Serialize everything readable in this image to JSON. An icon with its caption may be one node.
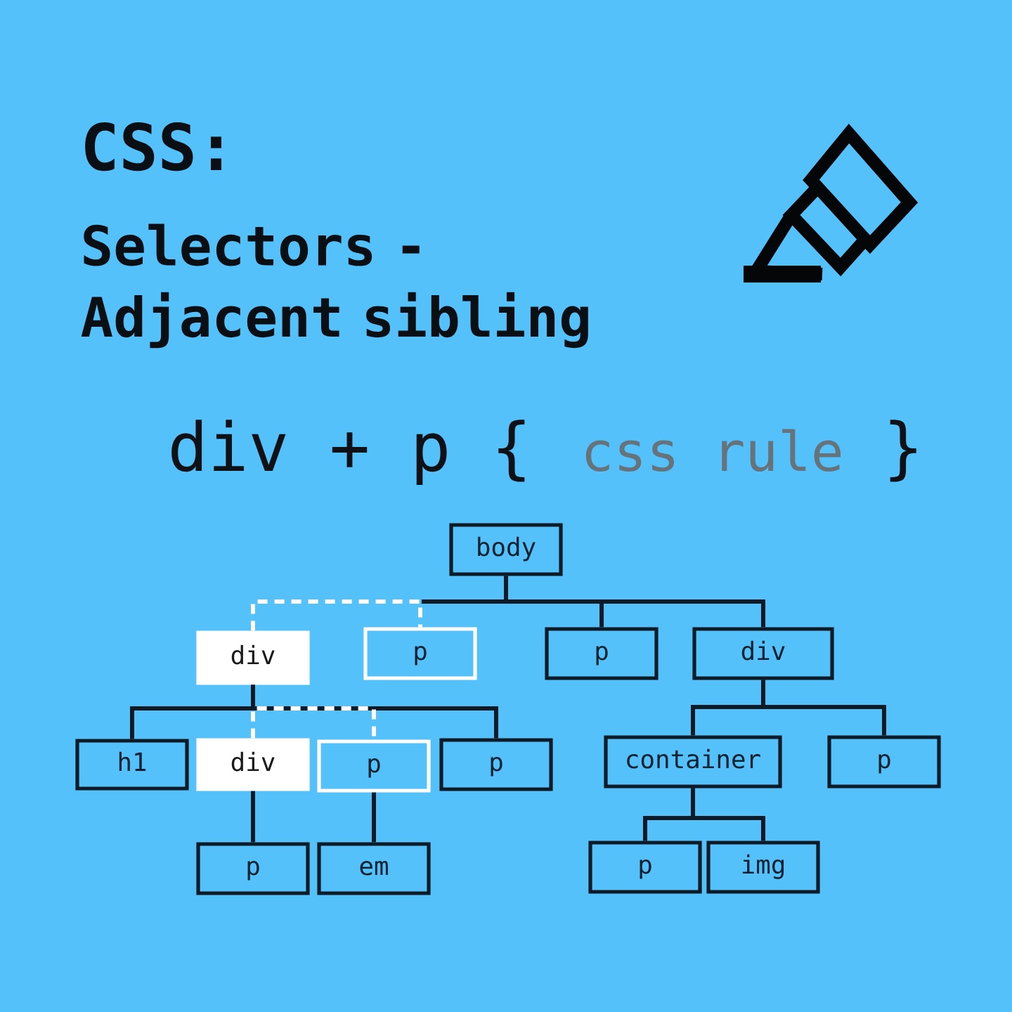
{
  "diagram": {
    "title": "CSS:",
    "nodes": [
      {
        "text": [
          "body"
        ]
      },
      {
        "text": [
          "div"
        ]
      },
      {
        "text": [
          "p"
        ]
      },
      {
        "text": [
          "p"
        ]
      },
      {
        "text": [
          "div"
        ]
      },
      {
        "text": [
          "h1"
        ]
      },
      {
        "text": [
          "div"
        ]
      },
      {
        "text": [
          "p"
        ]
      },
      {
        "text": [
          "p"
        ]
      },
      {
        "text": [
          "container"
        ]
      },
      {
        "text": [
          "p"
        ]
      },
      {
        "text": [
          "p"
        ]
      },
      {
        "text": [
          "em"
        ]
      },
      {
        "text": [
          "p"
        ]
      },
      {
        "text": [
          "img"
        ]
      }
    ],
    "edges": [
      {
        "from": 0,
        "to": 3,
        "arrow": "none"
      },
      {
        "from": 0,
        "to": 4,
        "arrow": "none"
      },
      {
        "from": 1,
        "to": 2,
        "arrow": "none",
        "style": "dashed",
        "color": "#ffffff"
      },
      {
        "from": 1,
        "to": 5,
        "arrow": "none"
      },
      {
        "from": 1,
        "to": 8,
        "arrow": "none"
      },
      {
        "from": 6,
        "to": 7,
        "arrow": "none",
        "style": "dashed",
        "color": "#ffffff"
      },
      {
        "from": 4,
        "to": 9,
        "arrow": "none"
      },
      {
        "from": 4,
        "to": 10,
        "arrow": "none"
      },
      {
        "from": 6,
        "to": 11,
        "arrow": "none"
      },
      {
        "from": 7,
        "to": 12,
        "arrow": "none"
      },
      {
        "from": 9,
        "to": 13,
        "arrow": "none"
      },
      {
        "from": 9,
        "to": 14,
        "arrow": "none"
      }
    ],
    "labels": [
      "Selectors - Adjacent sibling",
      "div + p {",
      "css rule",
      "}"
    ]
  }
}
